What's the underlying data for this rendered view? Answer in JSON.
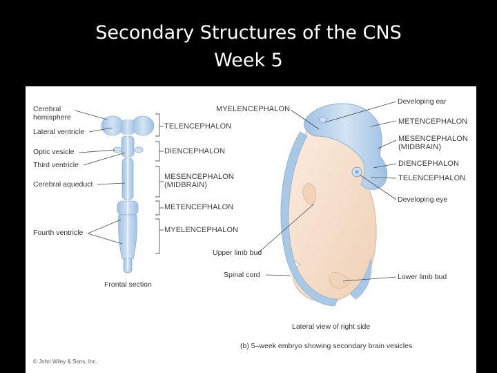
{
  "slide": {
    "title_line1": "Secondary Structures of the CNS",
    "title_line2": "Week 5"
  },
  "frontal": {
    "labels": {
      "cerebral_hemisphere_1": "Cerebral",
      "cerebral_hemisphere_2": "hemisphere",
      "lateral_ventricle": "Lateral ventricle",
      "optic_vesicle": "Optic vesicle",
      "third_ventricle": "Third ventricle",
      "cerebral_aqueduct": "Cerebral aqueduct",
      "fourth_ventricle": "Fourth ventricle"
    },
    "regions": {
      "telencephalon": "TELENCEPHALON",
      "diencephalon": "DIENCEPHALON",
      "mesencephalon_1": "MESENCEPHALON",
      "mesencephalon_2": "(MIDBRAIN)",
      "metencephalon": "METENCEPHALON",
      "myelencephalon": "MYELENCEPHALON"
    },
    "caption": "Frontal section"
  },
  "lateral": {
    "labels": {
      "myelencephalon": "MYELENCEPHALON",
      "developing_ear": "Developing ear",
      "metencephalon": "METENCEPHALON",
      "mesencephalon_1": "MESENCEPHALON",
      "mesencephalon_2": "(MIDBRAIN)",
      "diencephalon": "DIENCEPHALON",
      "telencephalon": "TELENCEPHALON",
      "developing_eye": "Developing eye",
      "upper_limb_bud": "Upper limb bud",
      "spinal_cord": "Spinal cord",
      "lower_limb_bud": "Lower limb bud"
    },
    "caption": "Lateral view of right side",
    "figure_caption": "(b) 5–week embryo showing secondary brain vesicles"
  },
  "copyright": "© John Wiley & Sons, Inc.",
  "colors": {
    "background": "#000000",
    "vesicle_blue": "#a9c8e6",
    "vesicle_light": "#dbe8f5",
    "embryo_skin": "#f6e0cc",
    "leader_line": "#444444"
  }
}
